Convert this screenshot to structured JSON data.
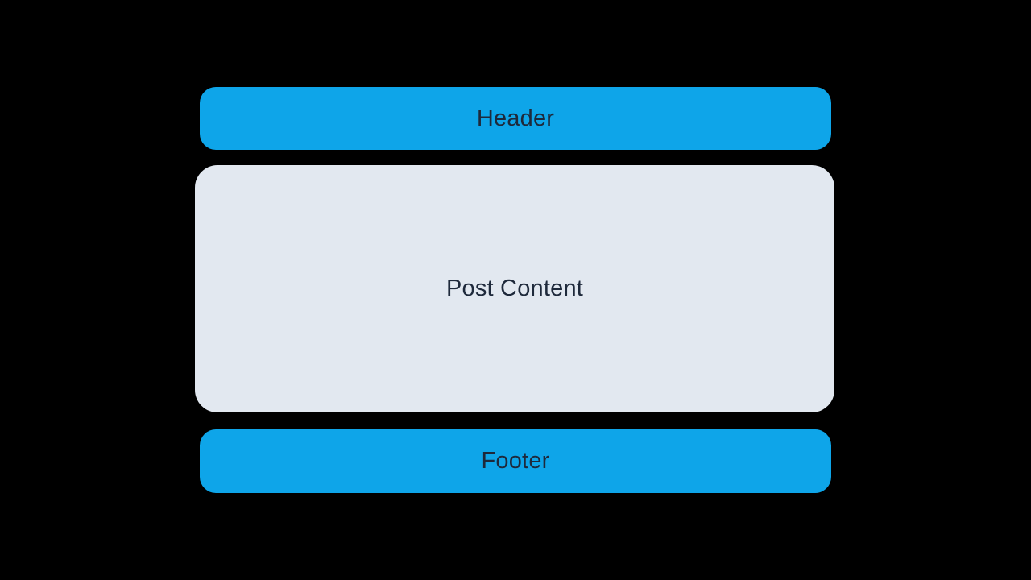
{
  "diagram": {
    "description": "page layout wireframe with header, post content and footer blocks",
    "blocks": {
      "header": {
        "label": "Header",
        "bg": "#0ea5e9"
      },
      "post_content": {
        "label": "Post Content",
        "bg": "#e2e8f0"
      },
      "footer": {
        "label": "Footer",
        "bg": "#0ea5e9"
      }
    },
    "colors": {
      "canvas_background": "#000000",
      "accent_blue": "#0ea5e9",
      "content_gray": "#e2e8f0",
      "text": "#1e293b"
    }
  }
}
